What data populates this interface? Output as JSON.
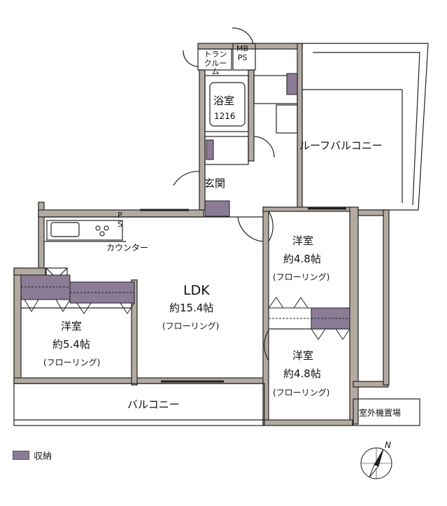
{
  "rooms": {
    "bath": {
      "name": "浴室",
      "size": "1216"
    },
    "trunk_room": "トランクルーム",
    "mb_ps": "MB\nPS",
    "entrance": "玄関",
    "ldk": {
      "name": "LDK",
      "size": "約15.4帖",
      "floor": "(フローリング)"
    },
    "western_left": {
      "name": "洋室",
      "size": "約5.4帖",
      "floor": "(フローリング)"
    },
    "western_upper_right": {
      "name": "洋室",
      "size": "約4.8帖",
      "floor": "(フローリング)"
    },
    "western_lower_right": {
      "name": "洋室",
      "size": "約4.8帖",
      "floor": "(フローリング)"
    },
    "roof_balcony": "ルーフバルコニー",
    "balcony": "バルコニー",
    "counter": "カウンター",
    "ps": "P\nS",
    "ac_space": "室外機置場"
  },
  "legend": {
    "storage": "収納"
  },
  "compass": {
    "north": "N"
  },
  "colors": {
    "wall": "#b3aaa2",
    "storage": "#8b7b95",
    "line": "#222222"
  }
}
